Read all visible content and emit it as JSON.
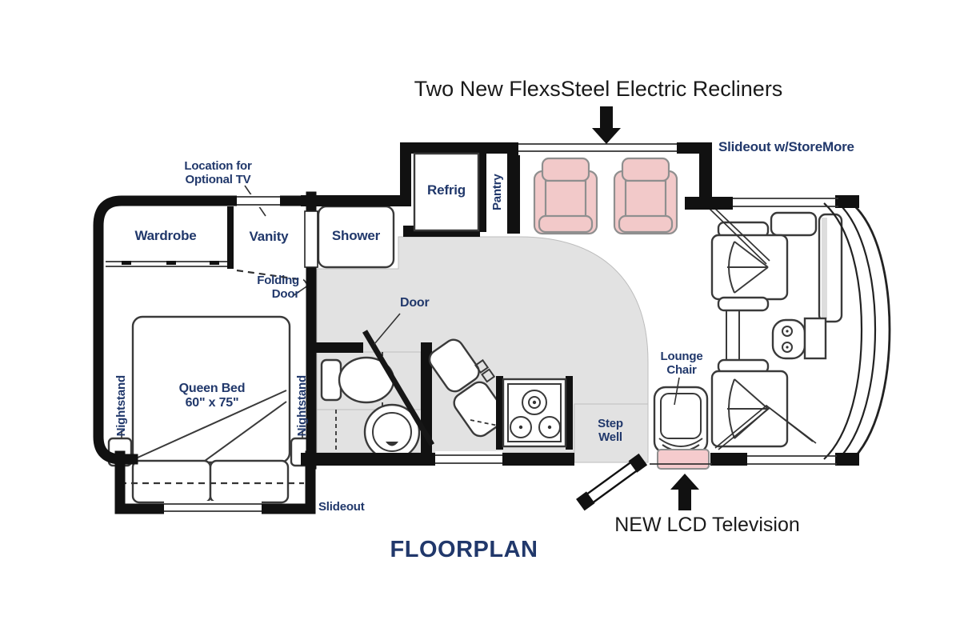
{
  "diagram": {
    "title": "Two New FlexsSteel Electric Recliners",
    "footer": "FLOORPLAN",
    "annotations": {
      "slideout_storemore": "Slideout w/StoreMore",
      "new_lcd_tv": "NEW LCD Television",
      "slideout": "Slideout",
      "location_tv": "Location for\nOptional TV",
      "folding_door": "Folding\nDoor",
      "door": "Door"
    },
    "rooms": {
      "wardrobe": "Wardrobe",
      "vanity": "Vanity",
      "shower": "Shower",
      "refrig": "Refrig",
      "pantry": "Pantry",
      "queen_bed": "Queen Bed\n60\" x 75\"",
      "nightstand_left": "Nightstand",
      "nightstand_right": "Nightstand",
      "step_well": "Step\nWell",
      "lounge_chair": "Lounge\nChair"
    },
    "colors": {
      "accent_navy": "#21386b",
      "recliner_pink": "#f2c9c9",
      "tv_pink": "#f5cbcd",
      "floor_gray": "#e2e2e2",
      "wall_black": "#111111"
    }
  }
}
